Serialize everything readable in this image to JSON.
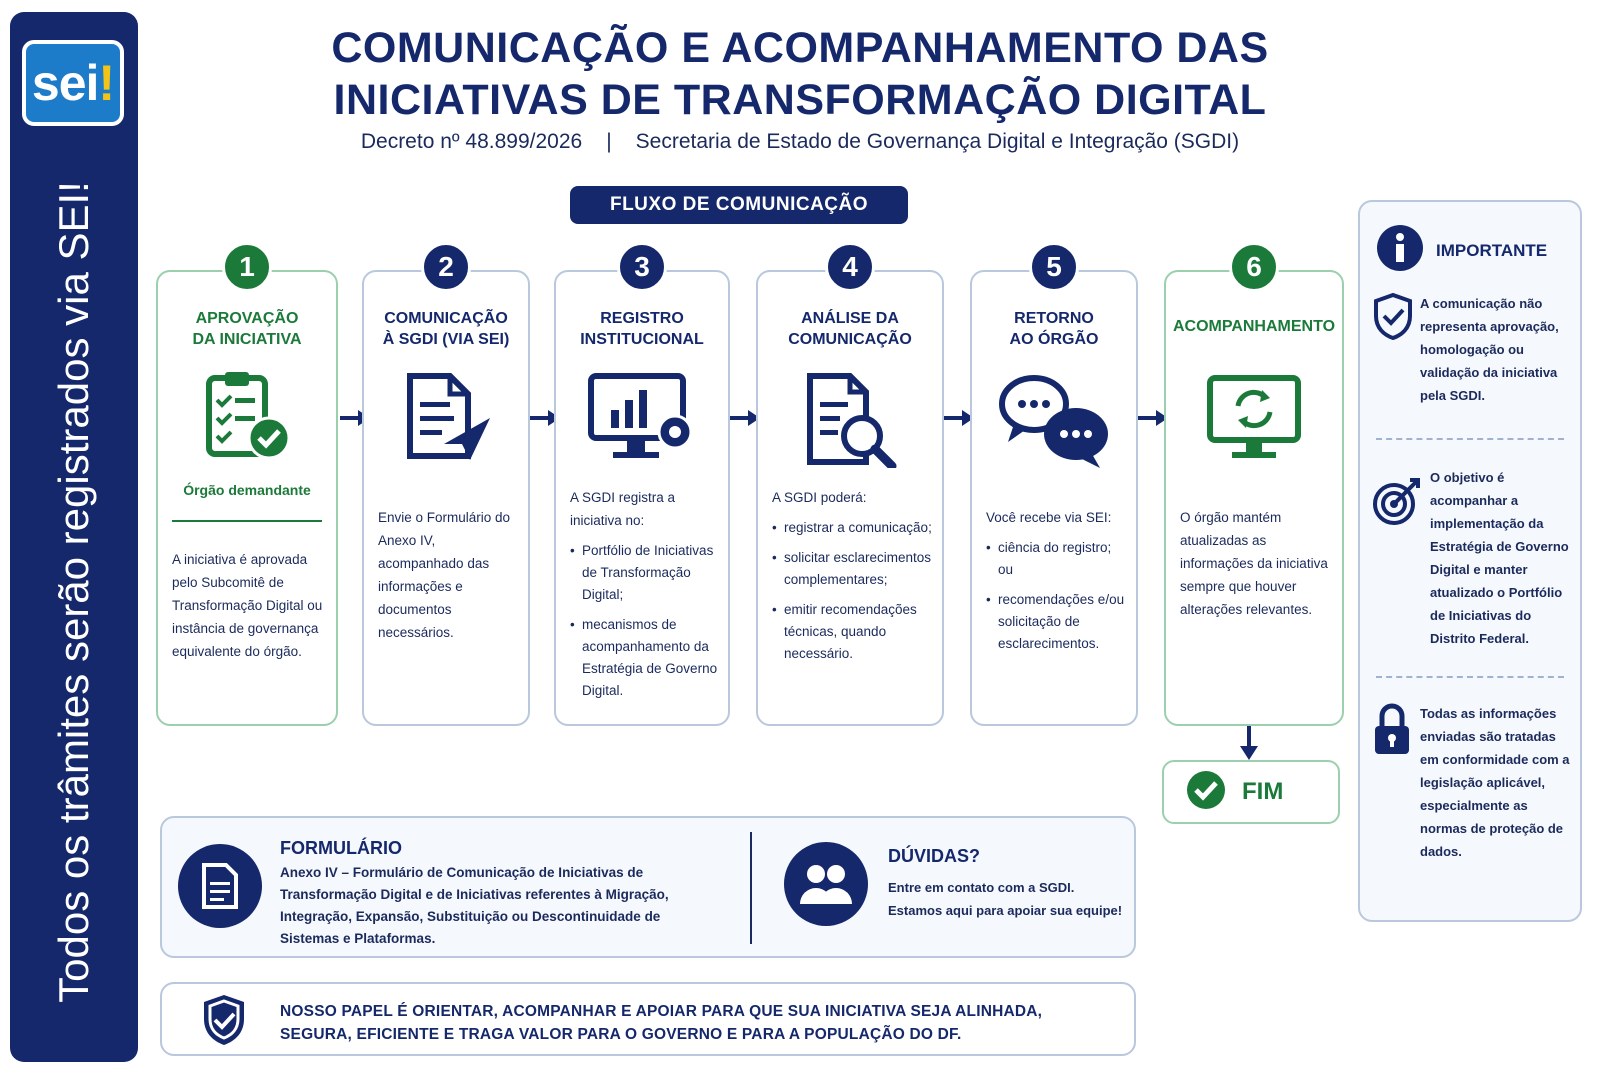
{
  "sidebar": {
    "logo_text": "sei",
    "logo_bang": "!",
    "vertical_text": "Todos os trâmites serão registrados via SEI!"
  },
  "header": {
    "title_line1": "COMUNICAÇÃO E ACOMPANHAMENTO DAS",
    "title_line2": "INICIATIVAS DE TRANSFORMAÇÃO DIGITAL",
    "decree": "Decreto nº 48.899/2026",
    "separator": "|",
    "agency": "Secretaria de Estado de Governança Digital e Integração (SGDI)"
  },
  "flow_label": "FLUXO DE COMUNICAÇÃO",
  "colors": {
    "navy": "#14286b",
    "green": "#1b7a3a",
    "border": "#b9c8dc",
    "sei_blue": "#1d7cc9",
    "sei_yellow": "#f3c317"
  },
  "steps": [
    {
      "number": "1",
      "title": [
        "APROVAÇÃO",
        "DA INICIATIVA"
      ],
      "icon": "clipboard-check-icon",
      "subtitle": "Órgão demandante",
      "text": "A iniciativa é aprovada pelo Subcomitê de Transformação Digital ou instância de governança equivalente do órgão."
    },
    {
      "number": "2",
      "title": [
        "COMUNICAÇÃO",
        "À SGDI (VIA SEI)"
      ],
      "icon": "document-send-icon",
      "text": "Envie o Formulário do Anexo IV, acompanhado das informações e documentos necessários."
    },
    {
      "number": "3",
      "title": [
        "REGISTRO",
        "INSTITUCIONAL"
      ],
      "icon": "monitor-chart-gear-icon",
      "intro": "A SGDI registra a iniciativa no:",
      "bullets": [
        "Portfólio de Iniciativas de Transformação Digital;",
        "mecanismos de acompanhamento da Estratégia de Governo Digital."
      ]
    },
    {
      "number": "4",
      "title": [
        "ANÁLISE DA",
        "COMUNICAÇÃO"
      ],
      "icon": "document-search-icon",
      "intro": "A SGDI poderá:",
      "bullets": [
        "registrar a comunicação;",
        "solicitar esclarecimentos complementares;",
        "emitir recomendações técnicas, quando necessário."
      ]
    },
    {
      "number": "5",
      "title": [
        "RETORNO",
        "AO ÓRGÃO"
      ],
      "icon": "chat-bubbles-icon",
      "intro": "Você recebe via SEI:",
      "bullets": [
        "ciência do registro; ou",
        "recomendações e/ou solicitação de esclarecimentos."
      ]
    },
    {
      "number": "6",
      "title": [
        "ACOMPANHAMENTO"
      ],
      "icon": "monitor-refresh-icon",
      "text": "O órgão mantém atualizadas as informações da iniciativa sempre que houver alterações relevantes."
    }
  ],
  "fim_label": "FIM",
  "importante": {
    "label": "IMPORTANTE",
    "items": [
      {
        "icon": "shield-check-icon",
        "text": "A comunicação não representa aprovação, homologação ou validação da iniciativa pela SGDI."
      },
      {
        "icon": "target-icon",
        "text": "O objetivo é acompanhar a implementação da Estratégia de Governo Digital e manter atualizado o Portfólio de Iniciativas do Distrito Federal."
      },
      {
        "icon": "padlock-icon",
        "text": "Todas as informações enviadas são tratadas em conformidade com a legislação aplicável, especialmente as normas de proteção de dados."
      }
    ]
  },
  "formulario": {
    "title": "FORMULÁRIO",
    "text": "Anexo IV – Formulário de Comunicação de Iniciativas de Transformação Digital e de Iniciativas referentes à Migração, Integração, Expansão, Substituição ou Descontinuidade de Sistemas e Plataformas."
  },
  "duvidas": {
    "title": "DÚVIDAS?",
    "line1": "Entre em contato com a SGDI.",
    "line2": "Estamos aqui para apoiar sua equipe!"
  },
  "role": {
    "line1": "NOSSO PAPEL É ORIENTAR, ACOMPANHAR E APOIAR PARA QUE SUA INICIATIVA SEJA ALINHADA,",
    "line2": "SEGURA, EFICIENTE E TRAGA VALOR PARA O GOVERNO E PARA A POPULAÇÃO DO DF."
  }
}
